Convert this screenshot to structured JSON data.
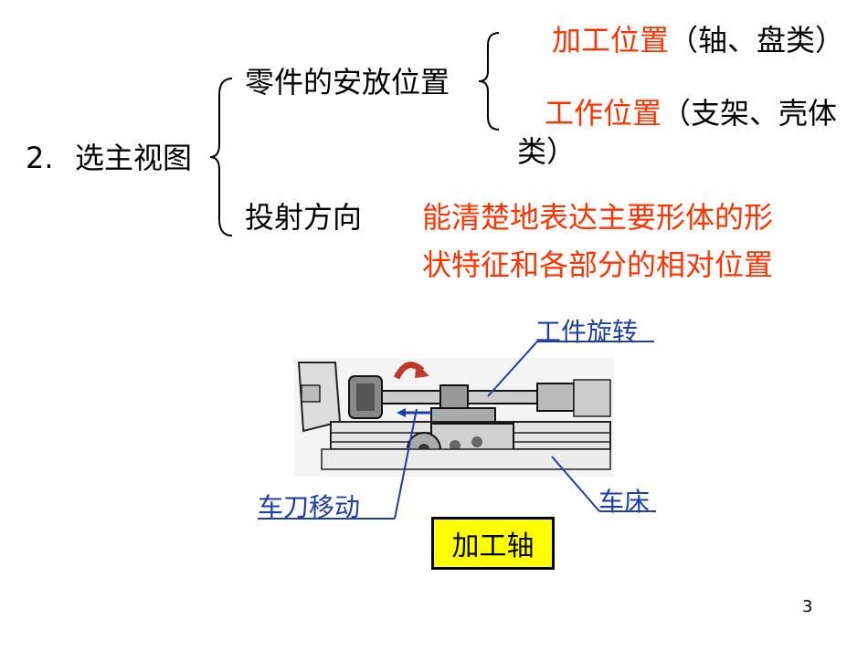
{
  "slide": {
    "heading_num": "2.",
    "heading": "选主视图",
    "branch1": "零件的安放位置",
    "branch1_opt1_red": "加工位置",
    "branch1_opt1_black": "（轴、盘类）",
    "branch1_opt2_red": "工作位置",
    "branch1_opt2_black": "（支架、壳体",
    "branch1_opt2_cont": "类）",
    "branch2": "投射方向",
    "branch2_desc_line1": "能清楚地表达主要形体的形",
    "branch2_desc_line2": "状特征和各部分的相对位置",
    "page_number": "3"
  },
  "figure": {
    "label_rotate": "工件旋转",
    "label_tool": "车刀移动",
    "label_lathe": "车床",
    "caption": "加工轴"
  },
  "colors": {
    "red": "#ff3300",
    "blue": "#1f3fa8",
    "caption_bg": "#ffff00"
  }
}
